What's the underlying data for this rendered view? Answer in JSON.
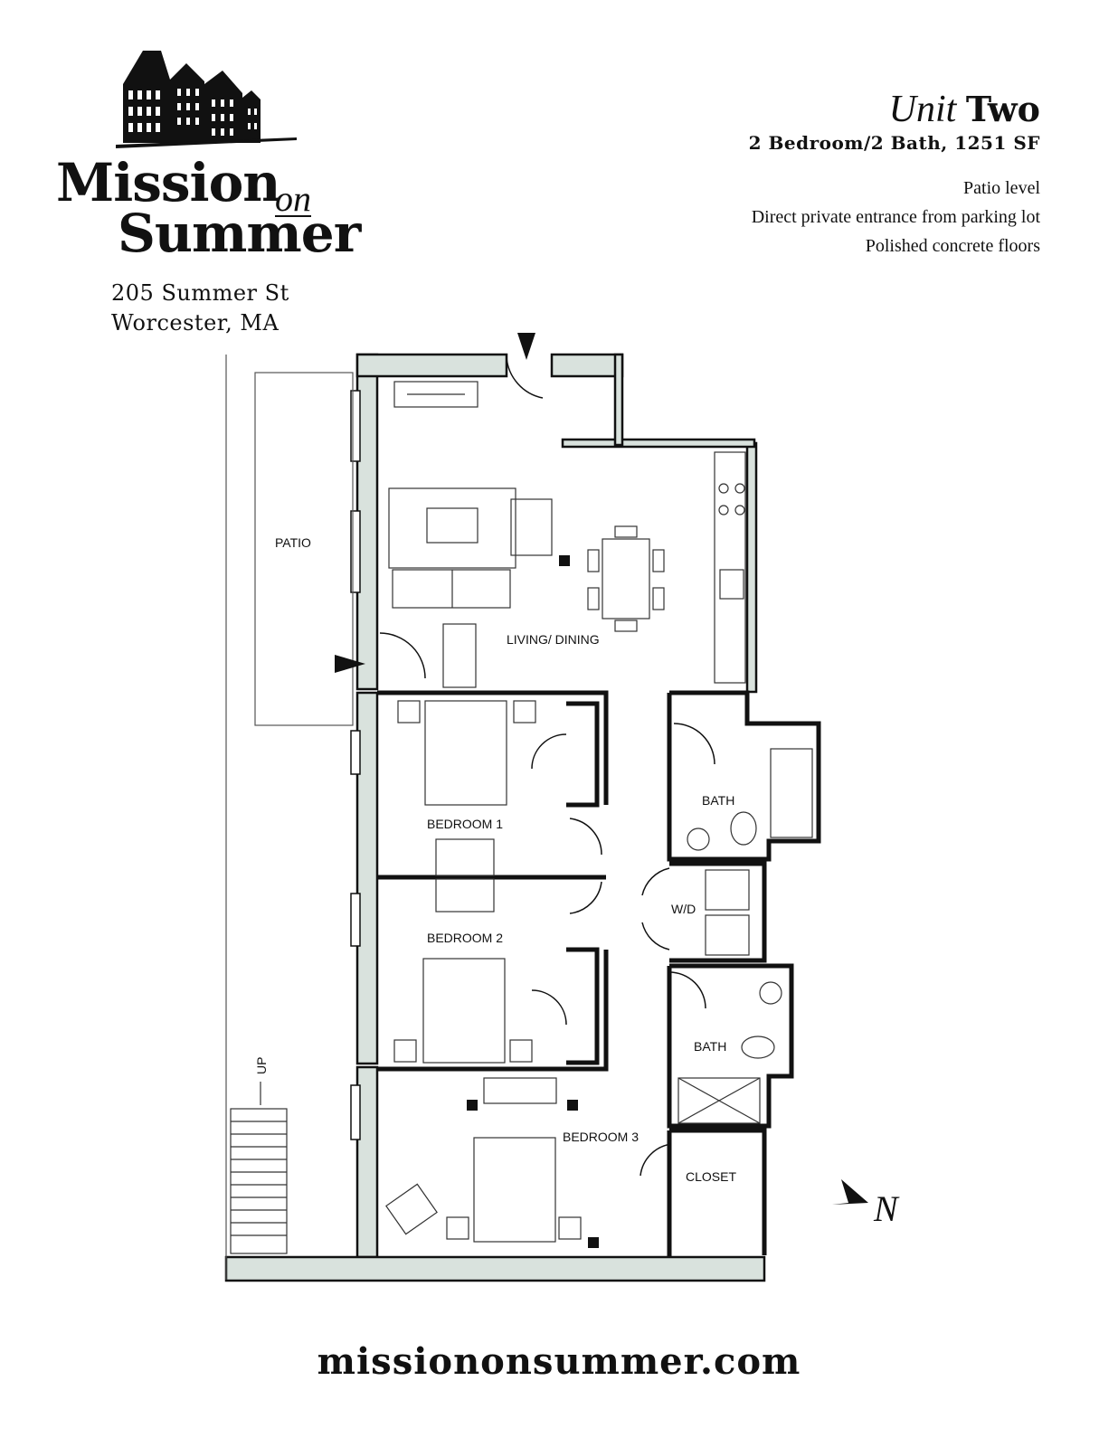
{
  "brand": {
    "line1": "Mission",
    "connector": "on",
    "line2": "Summer",
    "logo_icon": "building-icon"
  },
  "address": {
    "street": "205 Summer St",
    "city": "Worcester, MA"
  },
  "unit": {
    "title_italic": "Unit",
    "title_bold": "Two",
    "summary": "2 Bedroom/2 Bath, 1251 SF",
    "features": [
      "Patio level",
      "Direct private entrance from parking lot",
      "Polished concrete floors"
    ]
  },
  "plan": {
    "rooms": {
      "patio": "PATIO",
      "living_dining": "LIVING/ DINING",
      "bedroom1": "BEDROOM 1",
      "bedroom2": "BEDROOM 2",
      "bedroom3": "BEDROOM 3",
      "bath1": "BATH",
      "bath2": "BATH",
      "wd": "W/D",
      "closet": "CLOSET",
      "stair": "UP"
    },
    "wall_fill": "#d9e2dd",
    "wall_stroke": "#111111"
  },
  "compass": {
    "label": "N",
    "icon": "north-arrow-icon"
  },
  "footer": {
    "website": "missiononsummer.com"
  }
}
